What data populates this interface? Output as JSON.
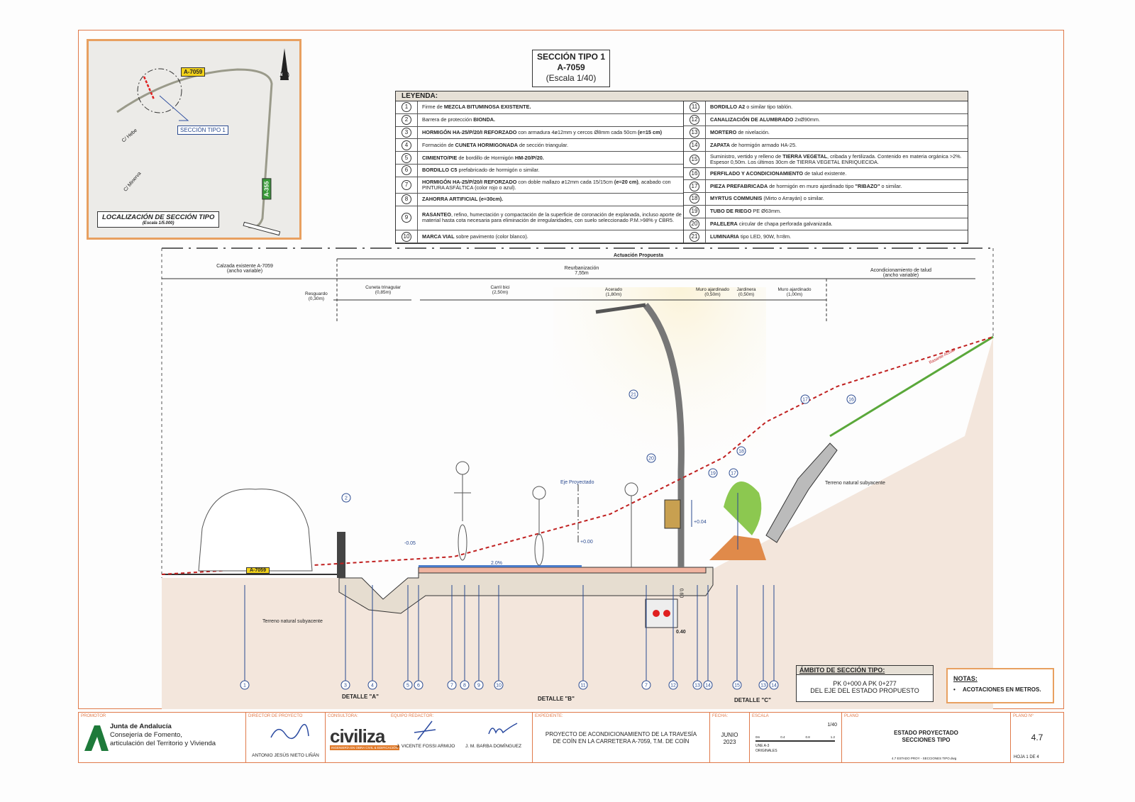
{
  "map": {
    "road_main": "A-7059",
    "road_secondary": "A-355",
    "street_1": "C/ Hebe",
    "street_2": "C/ Minerva",
    "section_label": "SECCIÓN TIPO 1",
    "title": "LOCALIZACIÓN DE SECCIÓN TIPO",
    "scale": "(Escala 1/5.000)",
    "north": "N"
  },
  "title": {
    "line1": "SECCIÓN TIPO 1",
    "line2": "A-7059",
    "line3": "(Escala 1/40)"
  },
  "legend": {
    "heading": "LEYENDA:",
    "left": [
      {
        "n": "1",
        "b": "",
        "t": "Firme de ",
        "b2": "MEZCLA BITUMINOSA EXISTENTE.",
        "t2": ""
      },
      {
        "n": "2",
        "b": "",
        "t": "Barrera de protección ",
        "b2": "BIONDA.",
        "t2": ""
      },
      {
        "n": "3",
        "b": "HORMIGÓN HA-25/P/20/I REFORZADO",
        "t": " con armadura 4ø12mm y cercos Ø8mm cada 50cm ",
        "b2": "(e=15 cm)",
        "t2": ""
      },
      {
        "n": "4",
        "b": "",
        "t": "Formación de ",
        "b2": "CUNETA HORMIGONADA",
        "t2": " de sección triangular."
      },
      {
        "n": "5",
        "b": "CIMIENTO/PIE",
        "t": " de bordillo de Hormigón ",
        "b2": "HM-20/P/20.",
        "t2": ""
      },
      {
        "n": "6",
        "b": "BORDILLO C5",
        "t": " prefabricado de hormigón o similar.",
        "b2": "",
        "t2": ""
      },
      {
        "n": "7",
        "b": "HORMIGÓN HA-25/P/20/I REFORZADO",
        "t": " con doble mallazo ø12mm cada 15/15cm ",
        "b2": "(e=20 cm)",
        "t2": ", acabado con PINTURA ASFÁLTICA (color rojo o azul)."
      },
      {
        "n": "8",
        "b": "ZAHORRA ARTIFICIAL (e=30cm).",
        "t": "",
        "b2": "",
        "t2": ""
      },
      {
        "n": "9",
        "b": "RASANTEO",
        "t": ", refino, humectación y compactación de la superficie de coronación de explanada, incluso aporte de material hasta cota necesaria para eliminación de irregularidades, con suelo seleccionado P.M.>98% y CBR5.",
        "b2": "",
        "t2": ""
      },
      {
        "n": "10",
        "b": "MARCA VIAL",
        "t": " sobre pavimento (color blanco).",
        "b2": "",
        "t2": ""
      }
    ],
    "right": [
      {
        "n": "11",
        "b": "BORDILLO A2",
        "t": " o similar tipo tablón.",
        "b2": "",
        "t2": ""
      },
      {
        "n": "12",
        "b": "CANALIZACIÓN DE ALUMBRADO",
        "t": " 2xØ90mm.",
        "b2": "",
        "t2": ""
      },
      {
        "n": "13",
        "b": "MORTERO",
        "t": " de nivelación.",
        "b2": "",
        "t2": ""
      },
      {
        "n": "14",
        "b": "ZAPATA",
        "t": " de hormigón armado HA-25.",
        "b2": "",
        "t2": ""
      },
      {
        "n": "15",
        "b": "",
        "t": "Suministro, vertido y relleno de ",
        "b2": "TIERRA VEGETAL",
        "t2": ", cribada y fertilizada. Contenido en materia orgánica >2%. Espesor 0,50m. Los últimos 30cm de TIERRA VEGETAL ENRIQUECIDA."
      },
      {
        "n": "16",
        "b": "PERFILADO Y ACONDICIONAMIENTO",
        "t": " de talud existente.",
        "b2": "",
        "t2": ""
      },
      {
        "n": "17",
        "b": "PIEZA PREFABRICADA",
        "t": " de hormigón en muro ajardinado tipo ",
        "b2": "\"RIBAZO\"",
        "t2": " o similar."
      },
      {
        "n": "18",
        "b": "MYRTUS COMMUNIS",
        "t": " (Mirto o Arrayán) o similar.",
        "b2": "",
        "t2": ""
      },
      {
        "n": "19",
        "b": "TUBO DE RIEGO",
        "t": " PE Ø63mm.",
        "b2": "",
        "t2": ""
      },
      {
        "n": "20",
        "b": "PALELERA",
        "t": " circular de chapa perforada galvanizada.",
        "b2": "",
        "t2": ""
      },
      {
        "n": "21",
        "b": "LUMINARIA",
        "t": " tipo LED, 90W, h=8m.",
        "b2": "",
        "t2": ""
      }
    ]
  },
  "section": {
    "dims": {
      "calzada": "Calzada existente A-7059",
      "calzada_sub": "(ancho variable)",
      "actuacion": "Actuación Propuesta",
      "reurb": "Reurbanización",
      "reurb_sub": "7,55m",
      "talud": "Acondicionamiento de talud",
      "talud_sub": "(ancho variable)",
      "resguardo": "Resguardo",
      "resguardo_sub": "(0,30m)",
      "cuneta": "Cuneta trinagular",
      "cuneta_sub": "(0,85m)",
      "carril": "Carril bici",
      "carril_sub": "(2,50m)",
      "acerado": "Acerado",
      "acerado_sub": "(1,80m)",
      "muro1": "Muro ajardinado",
      "muro1_sub": "(0,50m)",
      "jardinera": "Jardinera",
      "jardinera_sub": "(0,50m)",
      "muro2": "Muro ajardinado",
      "muro2_sub": "(1,00m)"
    },
    "labels": {
      "eje": "Eje Proyectado",
      "lev_1": "-0.05",
      "lev_2": "+0.00",
      "lev_3": "+0.04",
      "slope": "2.0%",
      "rasante": "Rasante Actual",
      "terreno_left": "Terreno natural subyacente",
      "terreno_right": "Terreno natural subyacente",
      "plate": "A-7059",
      "dim_040": "0.40",
      "dim_060": "0.60",
      "detalle_a": "DETALLE \"A\"",
      "detalle_b": "DETALLE \"B\"",
      "detalle_c": "DETALLE \"C\""
    },
    "callouts_bottom": [
      "1",
      "3",
      "4",
      "5",
      "6",
      "7",
      "8",
      "9",
      "10",
      "11",
      "7",
      "12",
      "13",
      "14",
      "15",
      "13",
      "14"
    ],
    "callouts_upper": [
      "2",
      "21",
      "20",
      "18",
      "17",
      "19",
      "17",
      "16"
    ]
  },
  "ambito": {
    "heading": "ÁMBITO DE SECCIÓN TIPO:",
    "line1": "PK 0+000 A PK 0+277",
    "line2": "DEL EJE DEL ESTADO PROPUESTO"
  },
  "notas": {
    "heading": "NOTAS:",
    "item": "ACOTACIONES EN METROS."
  },
  "titleblock": {
    "promotor_cap": "PROMOTOR",
    "org1": "Junta de Andalucía",
    "org2": "Consejería de Fomento,",
    "org3": "articulación del Territorio y Vivienda",
    "director_cap": "DIRECTOR DE PROYECTO",
    "director": "ANTONIO JESÚS NIETO LIÑÁN",
    "consultora_cap": "CONSULTORA:",
    "consultora": "civiliza",
    "consultora_sub": "INGENIERÍA EN OBRA CIVIL & EDIFICACIÓN",
    "equipo_cap": "EQUIPO REDACTOR:",
    "redactor1": "J. VICENTE FOSSI ARMIJO",
    "redactor2": "J. M. BARBA DOMÍNGUEZ",
    "expediente_cap": "EXPEDIENTE:",
    "expediente1": "PROYECTO DE ACONDICIONAMIENTO DE LA TRAVESÍA",
    "expediente2": "DE COÍN EN LA CARRETERA A-7059, T.M. DE COÍN",
    "fecha_cap": "FECHA:",
    "fecha1": "JUNIO",
    "fecha2": "2023",
    "escala_cap": "ESCALA",
    "escala": "1/40",
    "escala_ticks": [
      "0m",
      "0.4",
      "0.8",
      "1.2"
    ],
    "escala_sub": "UNE A-3",
    "escala_sub2": "ORIGINALES",
    "plano_cap": "PLANO",
    "plano1": "ESTADO PROYECTADO",
    "plano2": "SECCIONES TIPO",
    "plano_file": "4.7 ESTADO PROY - SECCIONES TIPO.dwg",
    "plano_n_cap": "PLANO Nº",
    "plano_n": "4.7",
    "hoja": "HOJA 1 DE 4"
  }
}
